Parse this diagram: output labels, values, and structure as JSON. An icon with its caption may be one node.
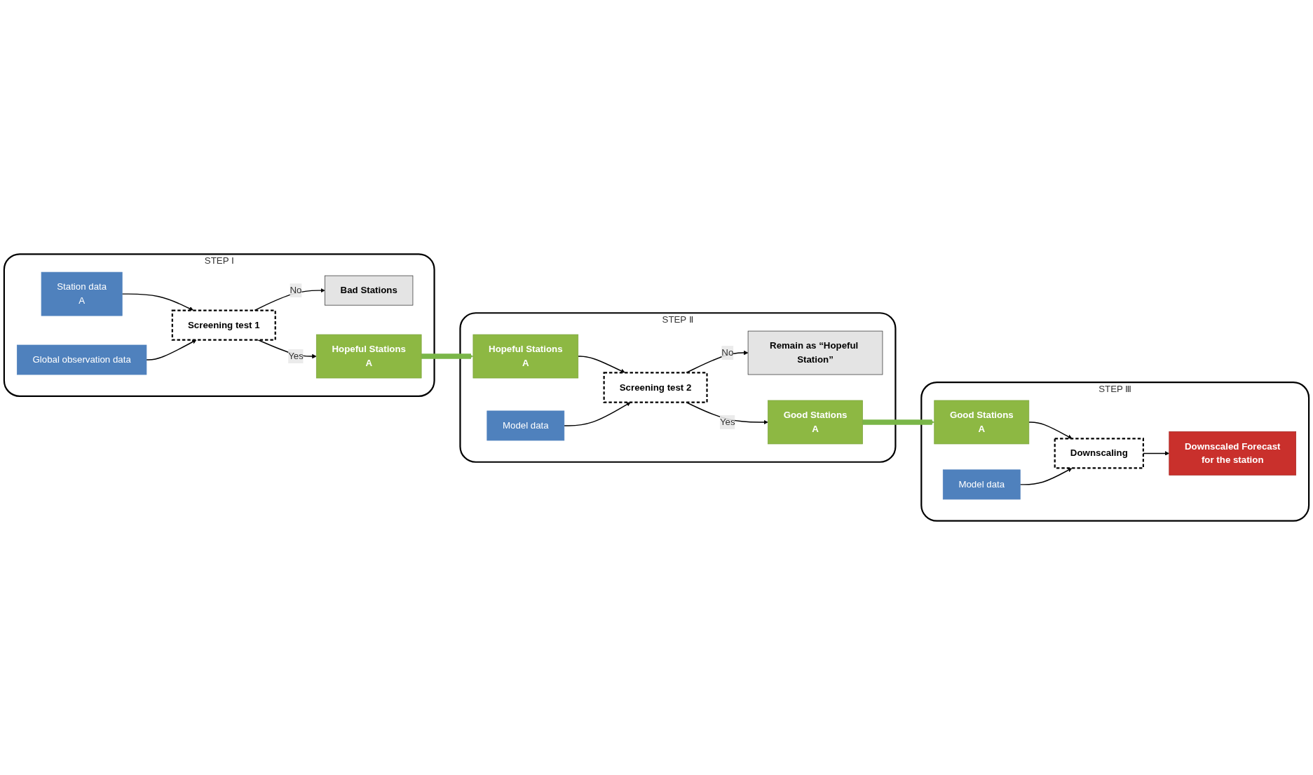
{
  "diagram": {
    "nodes": [
      {
        "text": [
          "STEP Ⅰ"
        ]
      },
      {
        "text": [
          "Station data",
          "A"
        ],
        "in": 0
      },
      {
        "text": [
          "Global observation data"
        ],
        "in": 0
      },
      {
        "text": [
          "Screening test 1"
        ],
        "in": 0
      },
      {
        "text": [
          "Bad Stations"
        ],
        "in": 0
      },
      {
        "text": [
          "Hopeful Stations",
          "A"
        ],
        "in": 0
      },
      {
        "text": [
          "STEP Ⅱ"
        ]
      },
      {
        "text": [
          "Hopeful Stations",
          "A"
        ],
        "in": 6
      },
      {
        "text": [
          "Model data"
        ],
        "in": 6
      },
      {
        "text": [
          "Screening test 2"
        ],
        "in": 6
      },
      {
        "text": [
          "Remain as “Hopeful Station”"
        ],
        "in": 6
      },
      {
        "text": [
          "Good Stations",
          "A"
        ],
        "in": 6
      },
      {
        "text": [
          "STEP Ⅲ"
        ]
      },
      {
        "text": [
          "Downscaled Forecast",
          "for the station"
        ],
        "in": 12
      },
      {
        "text": [
          "Downscaling"
        ],
        "in": 12
      },
      {
        "text": [
          "Good Stations",
          "A"
        ],
        "in": 12
      },
      {
        "text": [
          "Model data"
        ],
        "in": 12
      }
    ],
    "edges": [
      {
        "from": 1,
        "to": 3,
        "arrow": "to"
      },
      {
        "from": 2,
        "to": 3,
        "arrow": "to"
      },
      {
        "from": 3,
        "to": 4,
        "arrow": "to",
        "label": "No"
      },
      {
        "from": 3,
        "to": 5,
        "arrow": "to",
        "label": "Yes"
      },
      {
        "from": 5,
        "to": 7,
        "arrow": "to",
        "style": "thick",
        "color": "#7ab648"
      },
      {
        "from": 7,
        "to": 9,
        "arrow": "to"
      },
      {
        "from": 8,
        "to": 9,
        "arrow": "to"
      },
      {
        "from": 9,
        "to": 10,
        "arrow": "to",
        "label": "No"
      },
      {
        "from": 9,
        "to": 11,
        "arrow": "to",
        "label": "Yes"
      },
      {
        "from": 11,
        "to": 15,
        "arrow": "to",
        "style": "thick",
        "color": "#7ab648"
      },
      {
        "from": 15,
        "to": 14,
        "arrow": "to"
      },
      {
        "from": 16,
        "to": 14,
        "arrow": "to"
      },
      {
        "from": 14,
        "to": 13,
        "arrow": "to"
      }
    ]
  }
}
